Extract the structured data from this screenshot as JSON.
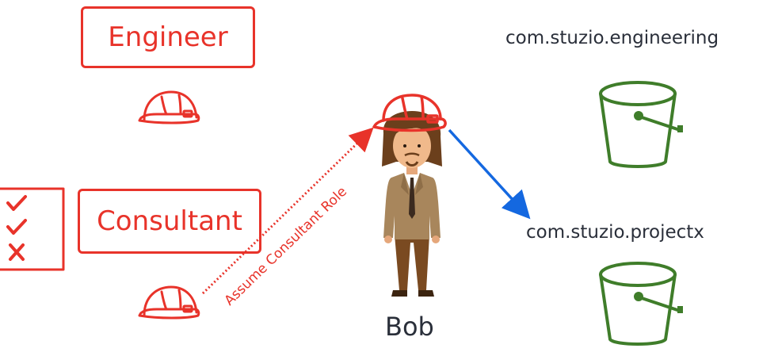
{
  "roles": {
    "engineer_label": "Engineer",
    "consultant_label": "Consultant"
  },
  "arrow_label": "Assume Consultant Role",
  "person": {
    "name": "Bob"
  },
  "buckets": [
    {
      "label": "com.stuzio.engineering"
    },
    {
      "label": "com.stuzio.projectx"
    }
  ],
  "colors": {
    "role_red": "#e8332a",
    "bucket_green": "#3f7d2a",
    "access_arrow_blue": "#1468e0",
    "text_dark": "#2a2f3a"
  },
  "icons": [
    "hard-hat-icon",
    "checklist-icon",
    "bucket-icon",
    "person-icon"
  ]
}
